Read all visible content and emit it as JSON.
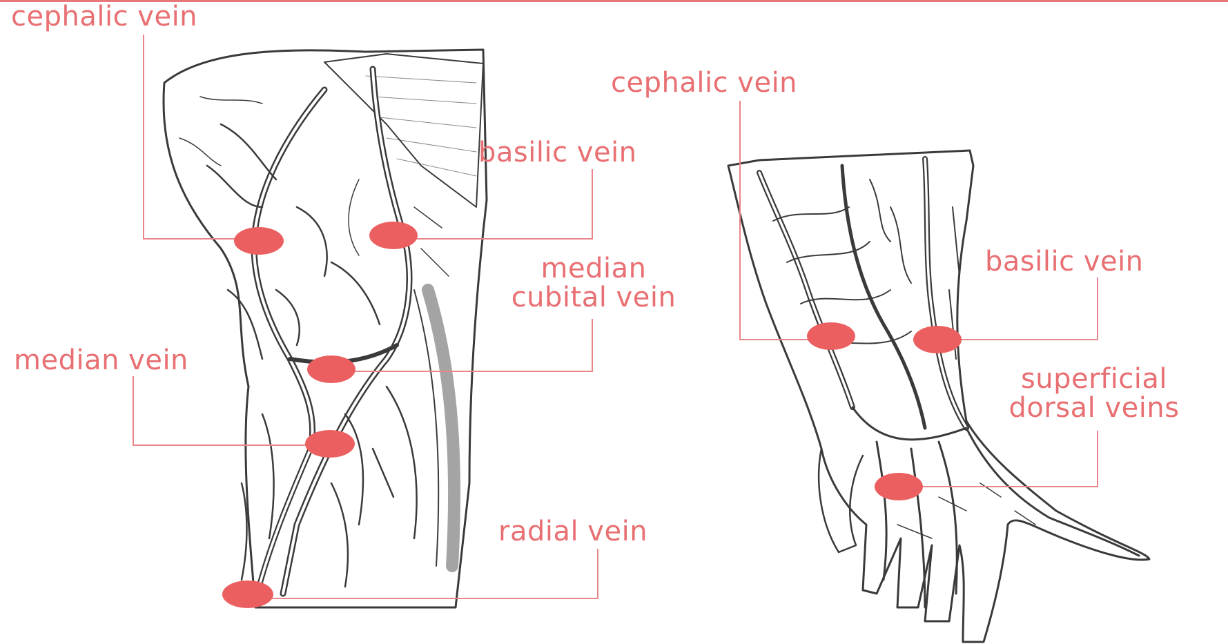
{
  "accent_color": "#ec5f60",
  "line_color": "#e8858a",
  "ink_color": "#3a3a3a",
  "labels": {
    "arm_cephalic": "cephalic vein",
    "arm_basilic": "basilic vein",
    "arm_median_cubital_1": "median",
    "arm_median_cubital_2": "cubital vein",
    "arm_median": "median vein",
    "arm_radial": "radial vein",
    "hand_cephalic": "cephalic vein",
    "hand_basilic": "basilic vein",
    "hand_dorsal_1": "superficial",
    "hand_dorsal_2": "dorsal veins"
  }
}
